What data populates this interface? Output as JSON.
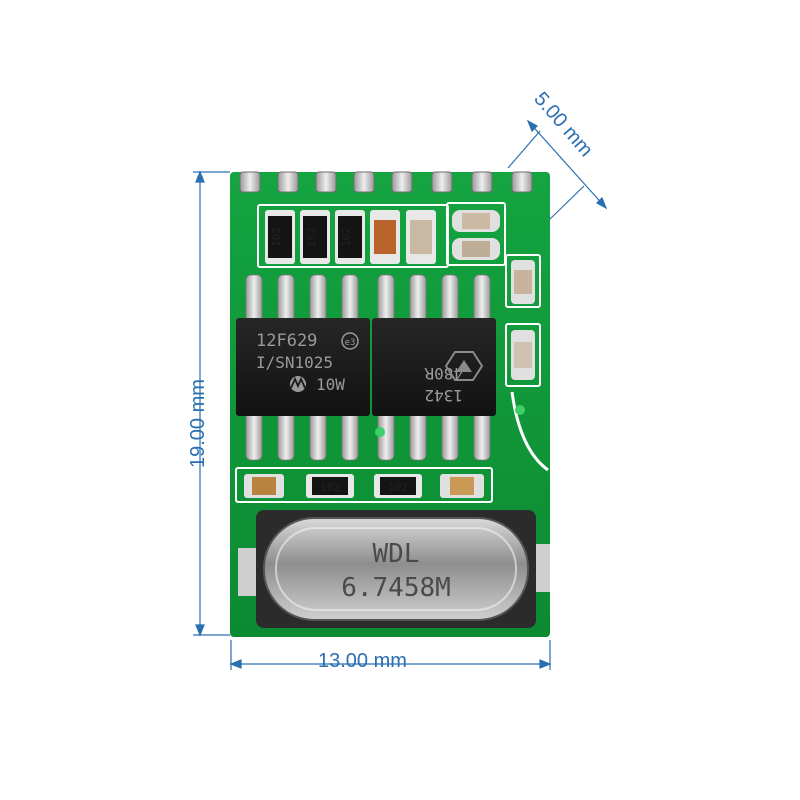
{
  "dimensions": {
    "width": "13.00 mm",
    "height": "19.00 mm",
    "depth": "5.00 mm"
  },
  "chip_left": {
    "line1": "12F629",
    "line2": "I/SN1025",
    "line3": "10W",
    "logo": "e3"
  },
  "chip_right": {
    "line1": "1342",
    "line2": "480R"
  },
  "resistors_top": [
    "102",
    "102",
    "102"
  ],
  "resistors_bottom": [
    "102",
    "102"
  ],
  "crystal": {
    "line1": "WDL",
    "line2": "6.7458M"
  },
  "colors": {
    "pcb": "#0f9a38",
    "dimension": "#2a6fb0",
    "chip": "#1a1a1a",
    "pad": "#c9c9c9"
  }
}
